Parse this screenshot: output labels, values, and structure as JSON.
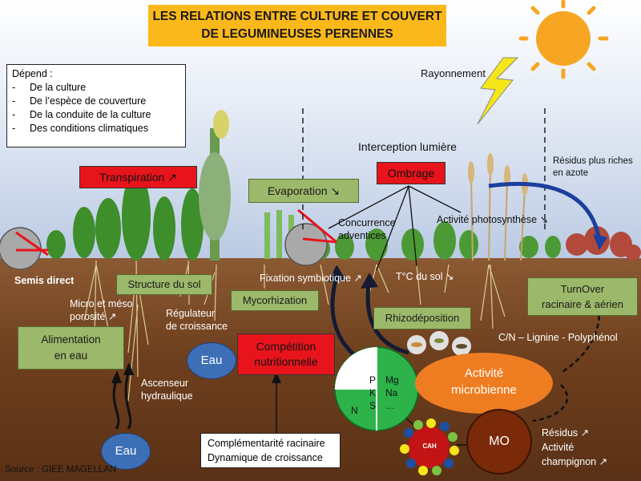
{
  "title": {
    "line1": "LES RELATIONS ENTRE CULTURE ET COUVERT",
    "line2": "DE LEGUMINEUSES PERENNES"
  },
  "depend_box": {
    "heading": "Dépend :",
    "items": [
      "De la culture",
      "De l’espèce de couverture",
      "De la conduite de la culture",
      "Des conditions climatiques"
    ]
  },
  "labels": {
    "rayonnement": "Rayonnement",
    "interception": "Interception lumière",
    "residus_riches_1": "Résidus plus riches",
    "residus_riches_2": "en azote",
    "concurrence_1": "Concurrence",
    "concurrence_2": "adventices",
    "activite_photo": "Activité photosynthèse ↘",
    "semis_direct": "Semis direct",
    "fixation": "Fixation symbiotique ↗",
    "tc_sol": "T°C du sol ↘",
    "micro_1": "Micro et méso",
    "micro_2": "porosité ↗",
    "regulateur_1": "Régulateur",
    "regulateur_2": "de croissance",
    "ascenseur_1": "Ascenseur",
    "ascenseur_2": "hydraulique",
    "cn_lignine": "C/N – Lignine - Polyphénol",
    "residus_1": "Résidus ↗",
    "residus_2": "Activité",
    "residus_3": "champignon ↗",
    "source": "Source : GIEE MAGELLAN"
  },
  "boxes": {
    "transpiration": "Transpiration ↗",
    "evaporation": "Evaporation ↘",
    "ombrage": "Ombrage",
    "structure_sol": "Structure du sol",
    "mycorhization": "Mycorhization",
    "rhizodeposition": "Rhizodéposition",
    "turnover_1": "TurnOver",
    "turnover_2": "racinaire & aérien",
    "alimentation_1": "Alimentation",
    "alimentation_2": "en eau",
    "competition_1": "Compétition",
    "competition_2": "nutritionnelle",
    "activite_microbienne_1": "Activité",
    "activite_microbienne_2": "microbienne",
    "mo": "MO",
    "cah": "CAH",
    "eau_top": "Eau",
    "eau_bottom": "Eau"
  },
  "nutrients": {
    "n": "N",
    "left_col": [
      "P",
      "K",
      "S"
    ],
    "right_col": [
      "Mg",
      "Na",
      "…"
    ]
  },
  "complementarite": {
    "line1": "Complémentarité racinaire",
    "line2": "Dynamique de croissance"
  },
  "colors": {
    "title_bg": "#fbb81a",
    "red_box": "#e8141b",
    "green_box": "#9cb86a",
    "eau_blue": "#3d6fb7",
    "microbe_orange": "#ee7d22",
    "mo_brown": "#7a2a08",
    "sun": "#f6a623",
    "lightning": "#f5e61a",
    "soil": "#6e3f1e",
    "nutrient_green": "#2db34a"
  }
}
